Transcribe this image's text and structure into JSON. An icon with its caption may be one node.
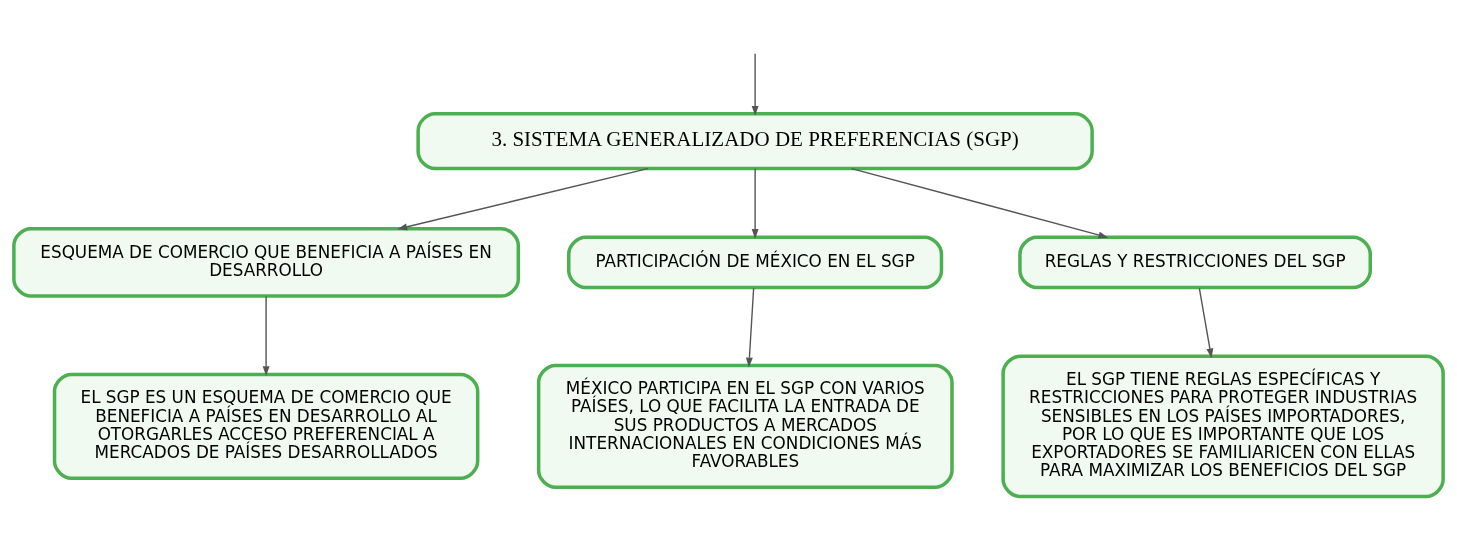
{
  "diagram": {
    "nodes": [
      {
        "text": [
          "3. SISTEMA GENERALIZADO DE PREFERENCIAS (SGP)"
        ]
      },
      {
        "text": [
          "ESQUEMA DE COMERCIO QUE BENEFICIA A PAÍSES EN DESARROLLO"
        ]
      },
      {
        "text": [
          "PARTICIPACIÓN DE MÉXICO EN EL SGP"
        ]
      },
      {
        "text": [
          "REGLAS Y RESTRICCIONES DEL SGP"
        ]
      },
      {
        "text": [
          "EL SGP ES UN ESQUEMA DE COMERCIO QUE BENEFICIA A PAÍSES EN DESARROLLO AL OTORGARLES ACCESO PREFERENCIAL A MERCADOS DE PAÍSES DESARROLLADOS"
        ]
      },
      {
        "text": [
          "MÉXICO PARTICIPA EN EL SGP CON VARIOS PAÍSES, LO QUE FACILITA LA ENTRADA DE SUS PRODUCTOS A MERCADOS INTERNACIONALES EN CONDICIONES MÁS FAVORABLES"
        ]
      },
      {
        "text": [
          "EL SGP TIENE REGLAS ESPECÍFICAS Y RESTRICCIONES PARA PROTEGER INDUSTRIAS SENSIBLES EN LOS PAÍSES IMPORTADORES, POR LO QUE ES IMPORTANTE QUE LOS EXPORTADORES SE FAMILIARICEN CON ELLAS PARA MAXIMIZAR LOS BENEFICIOS DEL SGP"
        ]
      }
    ],
    "edges": [
      {
        "from": null,
        "to": 0,
        "arrow": "to"
      },
      {
        "from": 0,
        "to": 1,
        "arrow": "to"
      },
      {
        "from": 0,
        "to": 2,
        "arrow": "to"
      },
      {
        "from": 0,
        "to": 3,
        "arrow": "to"
      },
      {
        "from": 1,
        "to": 4,
        "arrow": "to"
      },
      {
        "from": 2,
        "to": 5,
        "arrow": "to"
      },
      {
        "from": 3,
        "to": 6,
        "arrow": "to"
      }
    ]
  }
}
